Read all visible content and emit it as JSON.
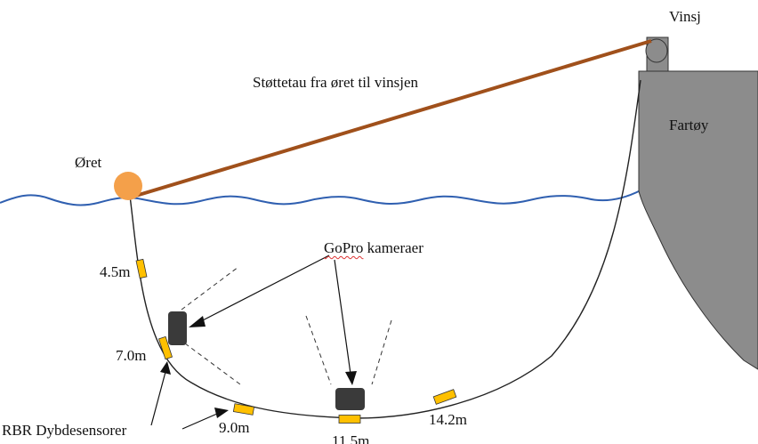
{
  "labels": {
    "winch": "Vinsj",
    "support_rope": "Støttetau fra øret til vinsjen",
    "vessel": "Fartøy",
    "ear": "Øret",
    "gopro_prefix": "GoPro",
    "gopro_suffix": "kameraer",
    "sensors": "RBR Dybdesensorer"
  },
  "sensor_depths": [
    "4.5m",
    "7.0m",
    "9.0m",
    "11.5m",
    "14.2m"
  ],
  "colors": {
    "water": "#2f5fb0",
    "rope": "#a0501b",
    "buoy": "#f4a04a",
    "vessel": "#8c8c8c",
    "sensor": "#ffc000",
    "camera": "#3a3a3a"
  },
  "icons": [
    "buoy-icon",
    "winch-icon",
    "camera-icon",
    "sensor-icon",
    "vessel-icon"
  ]
}
